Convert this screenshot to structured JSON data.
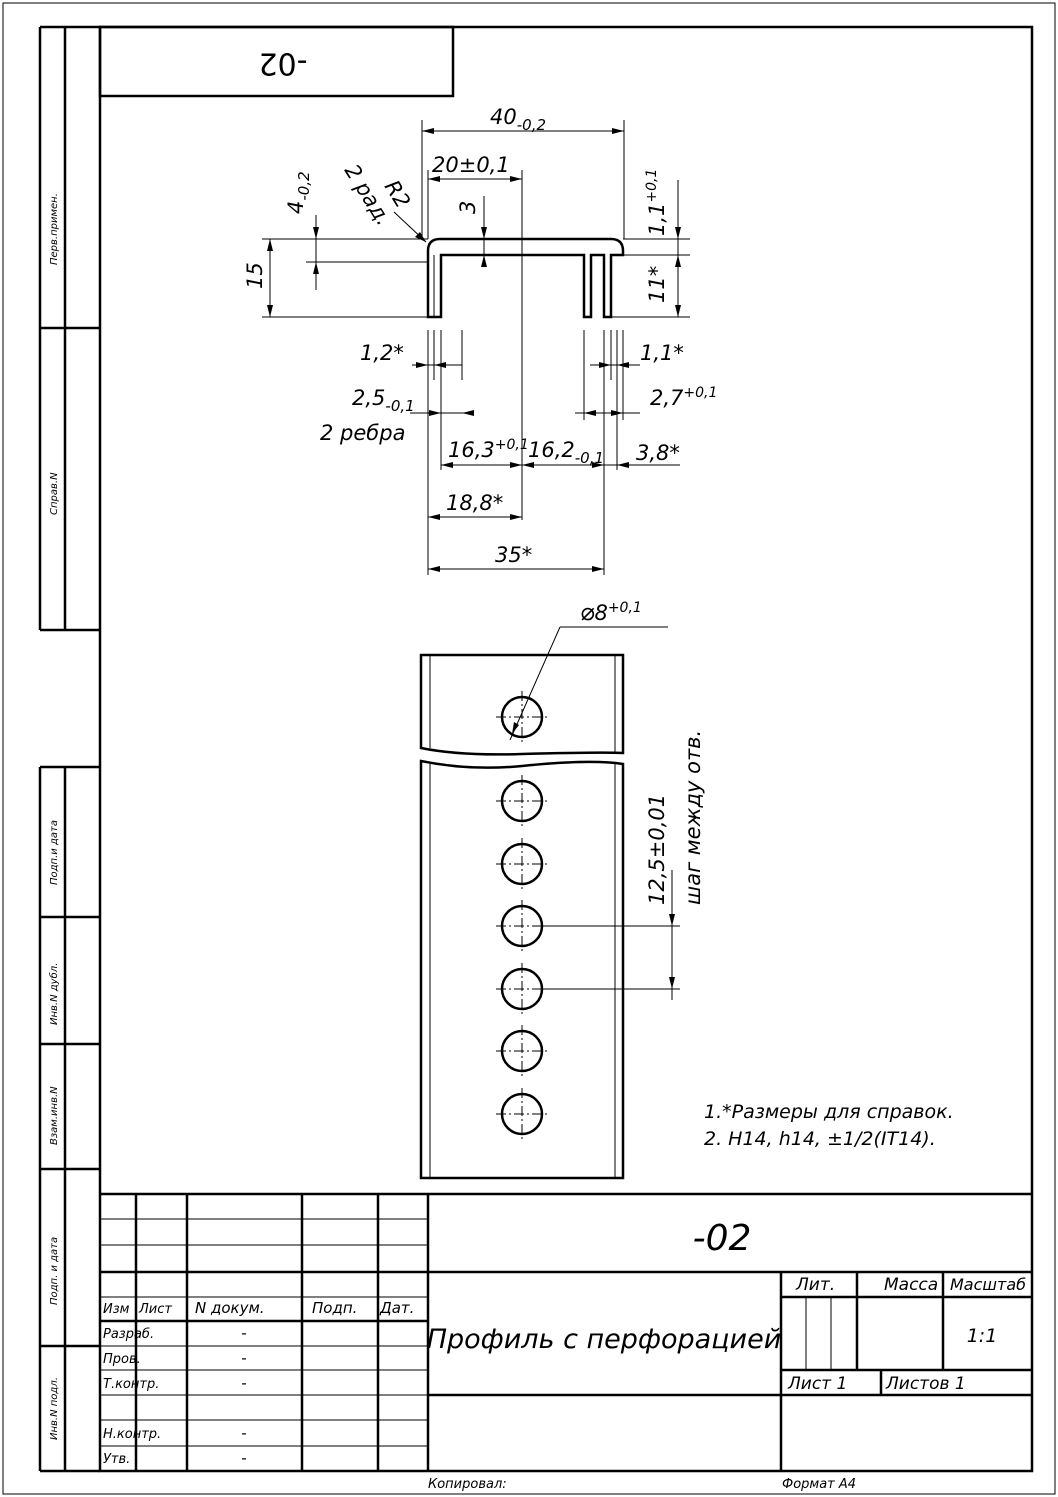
{
  "designation_box": "-02",
  "margin_labels": [
    "Перв.примен.",
    "Справ.N",
    "Подп.и дата",
    "Инв.N дубл.",
    "Взам.инв.N",
    "Подп. и дата",
    "Инв.N подл."
  ],
  "dimensions": {
    "overall_width": "40",
    "overall_width_tol": "-0,2",
    "half_width": "20±0,1",
    "fillet": "R2",
    "fillet_note": "2 рад.",
    "rib_height": "4",
    "rib_height_tol": "-0,2",
    "top_thickness_small": "3",
    "top_thickness": "1,1",
    "top_thickness_tol": "+0,1",
    "height": "15",
    "leg_height": "11*",
    "left_wall": "1,2*",
    "right_wall": "1,1*",
    "rib_width": "2,5",
    "rib_width_tol": "-0,1",
    "rib_note": "2 ребра",
    "right_offset": "2,7",
    "right_offset_tol": "+0,1",
    "inner_left": "16,3",
    "inner_left_tol": "+0,1",
    "inner_right": "16,2",
    "inner_right_tol": "-0,1",
    "right_small": "3,8*",
    "left_half": "18,8*",
    "inner_total": "35*",
    "hole_dia": "8",
    "hole_dia_tol": "+0,1",
    "hole_symbol": "⌀",
    "pitch": "12,5±0,01",
    "pitch_note": "шаг между отв."
  },
  "notes": [
    "1.*Размеры для справок.",
    "2. H14, h14, ±1/2(IT14)."
  ],
  "title_block": {
    "designation": "-02",
    "name": "Профиль с перфорацией",
    "col_izm": "Изм",
    "col_list": "Лист",
    "col_doc": "N докум.",
    "col_sign": "Подп.",
    "col_date": "Дат.",
    "rows": [
      {
        "role": "Разраб.",
        "value": "-"
      },
      {
        "role": "Пров.",
        "value": "-"
      },
      {
        "role": "Т.контр.",
        "value": "-"
      },
      {
        "role": "",
        "value": ""
      },
      {
        "role": "Н.контр.",
        "value": "-"
      },
      {
        "role": "Утв.",
        "value": "-"
      }
    ],
    "lit_label": "Лит.",
    "mass_label": "Масса",
    "scale_label": "Масштаб",
    "scale_value": "1:1",
    "sheet_label": "Лист 1",
    "sheets_label": "Листов 1"
  },
  "footer": {
    "copied": "Копировал:",
    "format": "Формат  А4"
  }
}
